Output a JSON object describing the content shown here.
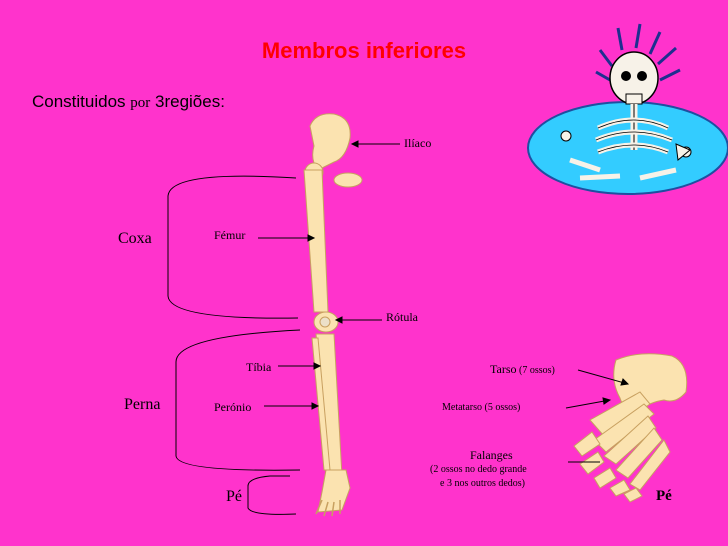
{
  "slide": {
    "title": "Membros inferiores",
    "subtitle": {
      "prefix": "Constituidos ",
      "por": "por",
      "suffix": " 3regiões:"
    }
  },
  "regions": {
    "coxa": "Coxa",
    "perna": "Perna",
    "pe": "Pé"
  },
  "bones": {
    "iliaco": "Ilíaco",
    "femur": "Fémur",
    "rotula": "Rótula",
    "tibia": "Tíbia",
    "peronio": "Perónio"
  },
  "foot": {
    "tarso": "Tarso",
    "tarso_count": " (7 ossos)",
    "metatarso": "Metatarso (5 ossos)",
    "falanges": "Falanges",
    "falanges_note1": "(2 ossos no dedo grande",
    "falanges_note2": "e 3 nos outros dedos)",
    "pe_label": "Pé"
  },
  "colors": {
    "background": "#ff33cc",
    "title": "#ff0000",
    "bone": "#fbe3b0",
    "bone_outline": "#c8a060"
  }
}
